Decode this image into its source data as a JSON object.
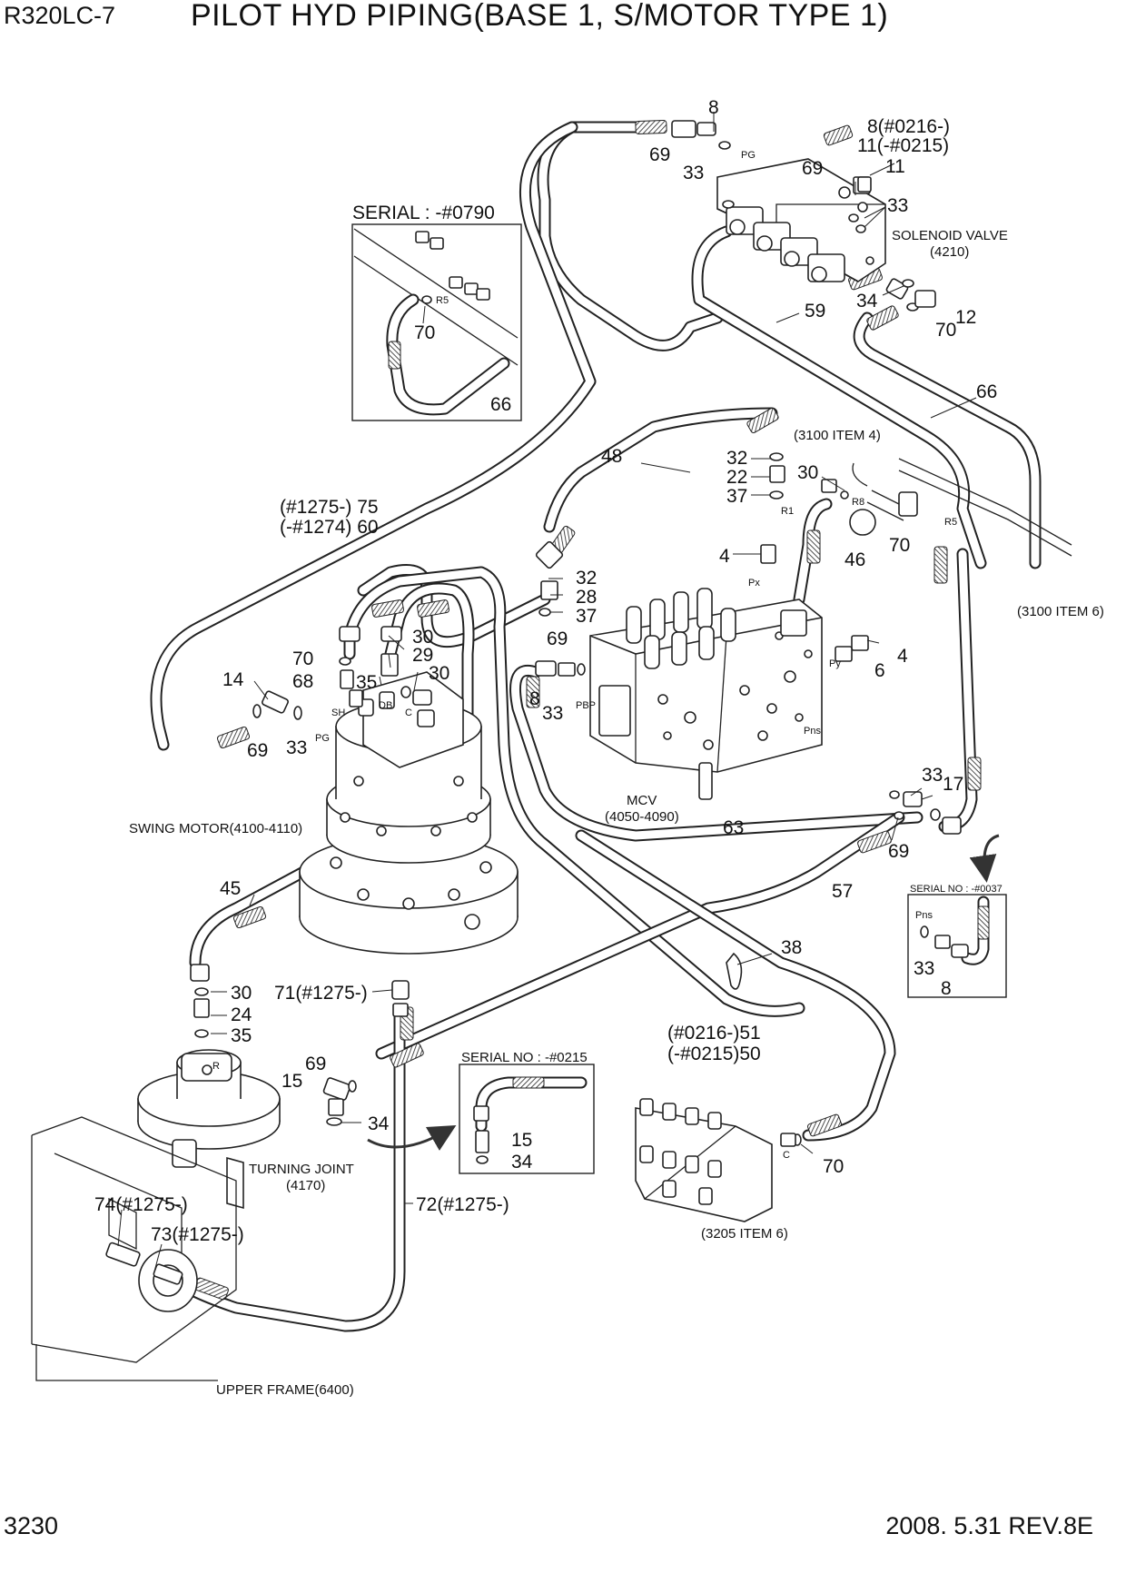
{
  "header": {
    "model": "R320LC-7",
    "title": "PILOT HYD PIPING(BASE 1, S/MOTOR TYPE 1)"
  },
  "footer": {
    "page": "3230",
    "date_rev": "2008. 5.31  REV.8E"
  },
  "insets": {
    "serial_0790": {
      "title": "SERIAL : -#0790",
      "port": "R5",
      "n70": "70",
      "n66": "66"
    },
    "serial_0037": {
      "title": "SERIAL NO : -#0037",
      "port": "Pns",
      "n33": "33",
      "n8": "8"
    },
    "serial_0215": {
      "title": "SERIAL NO : -#0215",
      "n15": "15",
      "n34": "34"
    }
  },
  "components": {
    "solenoid_valve": {
      "name": "SOLENOID VALVE",
      "ref": "(4210)"
    },
    "mcv": {
      "name": "MCV",
      "ref": "(4050-4090)"
    },
    "swing_motor": {
      "name": "SWING MOTOR(4100-4110)"
    },
    "turning_joint": {
      "name": "TURNING JOINT",
      "ref": "(4170)"
    },
    "upper_frame": {
      "name": "UPPER FRAME(6400)"
    },
    "item_3100_4": {
      "name": "(3100 ITEM 4)"
    },
    "item_3100_6": {
      "name": "(3100 ITEM 6)"
    },
    "item_3205_6": {
      "name": "(3205 ITEM 6)"
    }
  },
  "ports": {
    "pg_top": "PG",
    "r5": "R5",
    "r8": "R8",
    "r1": "R1",
    "px": "Px",
    "py": "Py",
    "pbp": "PBP",
    "pns": "Pns",
    "pg_motor": "PG",
    "sh": "SH",
    "db": "DB",
    "c_motor": "C",
    "c_remote": "C",
    "r_joint": "R"
  },
  "callouts": {
    "c8_top": "8",
    "c69_top": "69",
    "c33_top": "33",
    "c8_0216": "8(#0216-)",
    "c11_0215": "11(-#0215)",
    "c69_sv": "69",
    "c11_sv": "11",
    "c33_sv": "33",
    "c34_sv": "34",
    "c12_sv": "12",
    "c70_sv": "70",
    "c59": "59",
    "c66": "66",
    "c48": "48",
    "c32_a": "32",
    "c22": "22",
    "c37_a": "37",
    "c30_r8": "30",
    "c70_r5": "70",
    "c46": "46",
    "c4_px": "4",
    "c4_py": "4",
    "c6": "6",
    "c1275_75": "(#1275-) 75",
    "c1274_60": "(-#1274) 60",
    "c32_b": "32",
    "c28": "28",
    "c37_b": "37",
    "c69_mcv": "69",
    "c8_mcv": "8",
    "c33_mcv": "33",
    "c30_m1": "30",
    "c29": "29",
    "c30_m2": "30",
    "c35_m": "35",
    "c70_m": "70",
    "c68": "68",
    "c14": "14",
    "c69_m": "69",
    "c33_m": "33",
    "c33_pns": "33",
    "c17": "17",
    "c69_pns": "69",
    "c63": "63",
    "c57": "57",
    "c45": "45",
    "c30_tj": "30",
    "c24": "24",
    "c35_tj": "35",
    "c71": "71(#1275-)",
    "c69_15": "69",
    "c15": "15",
    "c34_15": "34",
    "c38": "38",
    "c51": "(#0216-)51",
    "c50": "(-#0215)50",
    "c70_rc": "70",
    "c74": "74(#1275-)",
    "c73": "73(#1275-)",
    "c72": "72(#1275-)"
  }
}
